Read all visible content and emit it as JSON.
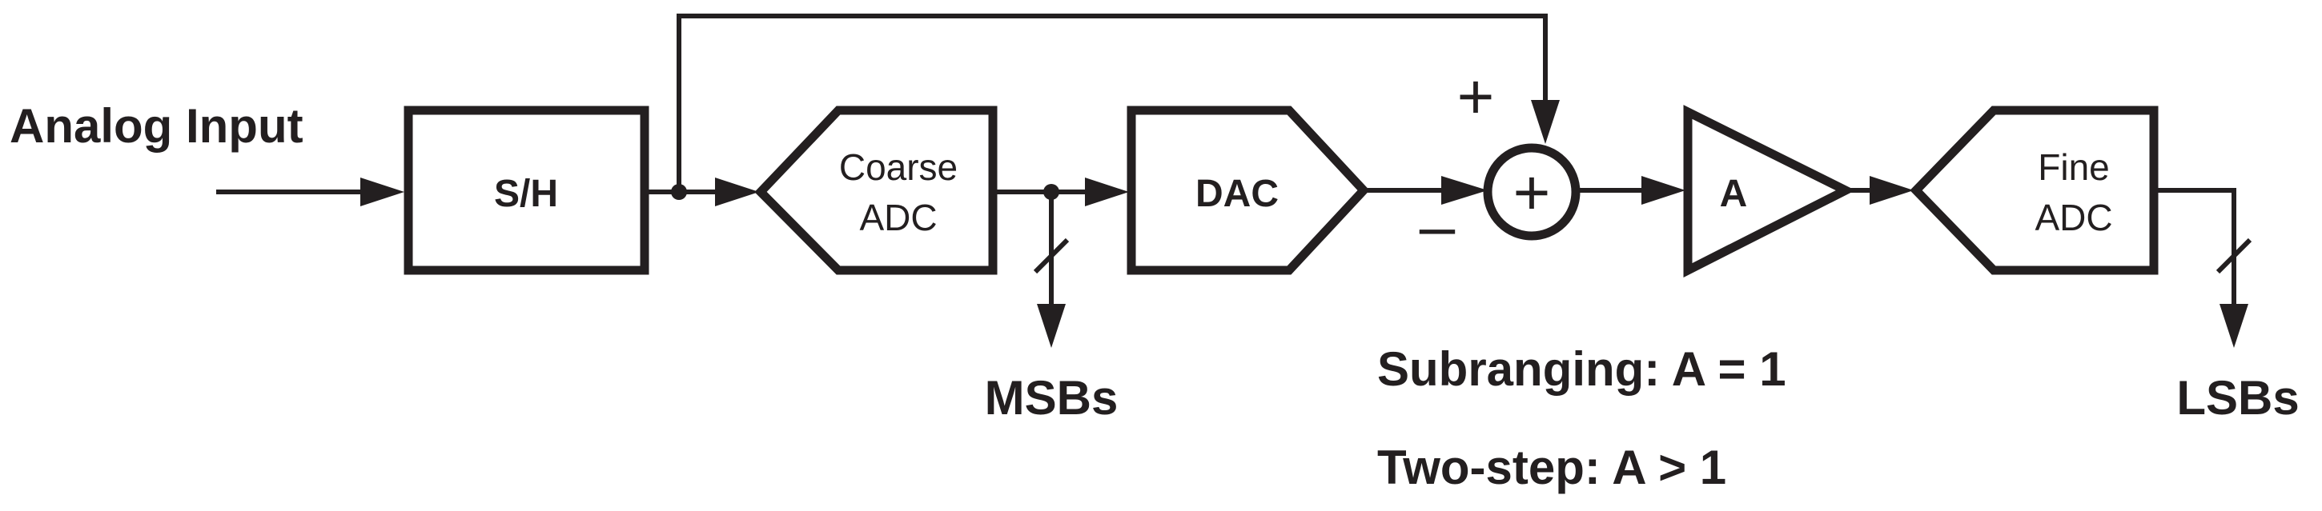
{
  "labels": {
    "analog_input": "Analog Input",
    "sh": "S/H",
    "coarse_adc_line1": "Coarse",
    "coarse_adc_line2": "ADC",
    "dac": "DAC",
    "amp": "A",
    "fine_adc_line1": "Fine",
    "fine_adc_line2": "ADC",
    "plus": "+",
    "minus": "–",
    "sum_symbol": "+",
    "msbs": "MSBs",
    "lsbs": "LSBs",
    "note_subranging": "Subranging: A = 1",
    "note_twostep": "Two-step: A > 1"
  }
}
